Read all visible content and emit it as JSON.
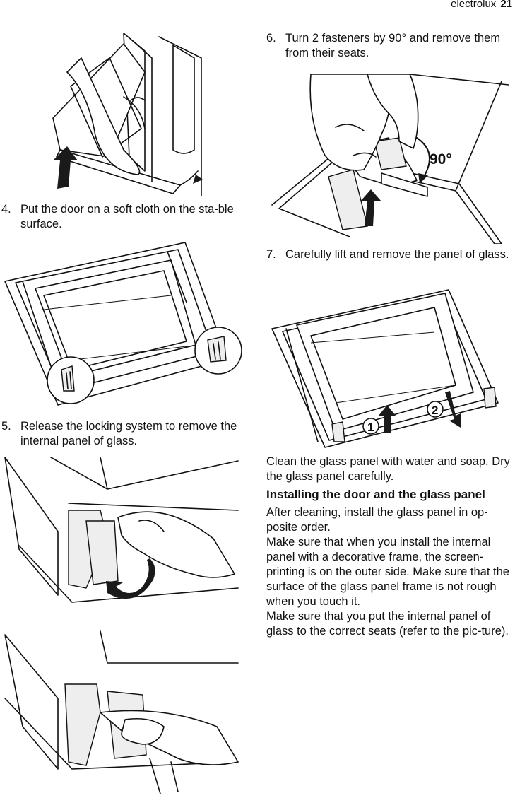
{
  "header": {
    "brand": "electrolux",
    "page": "21"
  },
  "steps": [
    {
      "num": "4.",
      "text": "Put the door on a soft cloth on the sta-ble surface."
    },
    {
      "num": "5.",
      "text": "Release the locking system to remove the internal panel of glass."
    },
    {
      "num": "6.",
      "text": "Turn 2 fasteners by 90° and remove them from their seats."
    },
    {
      "num": "7.",
      "text": "Carefully lift and remove the panel of glass."
    }
  ],
  "clean_text": "Clean the glass panel with water and soap. Dry the glass panel carefully.",
  "install": {
    "heading": "Installing the door and the glass panel",
    "p1": "After cleaning, install the glass panel in op-posite order.",
    "p2": "Make sure that when you install the internal panel with a decorative frame, the screen-printing is on the outer side. Make sure that the surface of the glass panel frame is not rough when you touch it.",
    "p3": "Make sure that you put the internal panel of glass to the correct seats (refer to the pic-ture)."
  },
  "figures": {
    "angle_label": "90°",
    "marker_1": "1",
    "marker_2": "2"
  }
}
